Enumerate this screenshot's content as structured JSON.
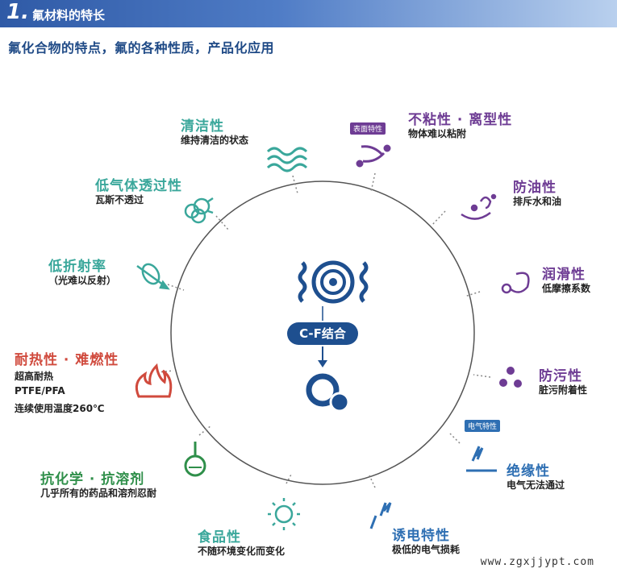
{
  "header": {
    "number": "1.",
    "title": "氟材料的特长"
  },
  "subtitle": "氟化合物的特点，氟的各种性质，产品化应用",
  "center": {
    "label": "C-F结合"
  },
  "tags": {
    "surface": "表面特性",
    "electric": "电气特性"
  },
  "properties": {
    "cleanliness": {
      "title": "清洁性",
      "desc": "维持清洁的状态"
    },
    "nonstick": {
      "title": "不粘性 · 离型性",
      "desc": "物体难以粘附"
    },
    "low_gas": {
      "title": "低气体透过性",
      "desc": "瓦斯不透过"
    },
    "oil_repel": {
      "title": "防油性",
      "desc": "排斥水和油"
    },
    "low_refraction": {
      "title": "低折射率",
      "desc": "（光难以反射）"
    },
    "lubricity": {
      "title": "润滑性",
      "desc": "低摩擦系数"
    },
    "heat": {
      "title": "耐热性 · 难燃性",
      "desc1": "超高耐热",
      "desc2": "PTFE/PFA",
      "desc3": "连续使用温度260℃"
    },
    "antifouling": {
      "title": "防污性",
      "desc": "脏污附着性"
    },
    "insulation": {
      "title": "绝缘性",
      "desc": "电气无法通过"
    },
    "chemical": {
      "title": "抗化学 · 抗溶剂",
      "desc": "几乎所有的药品和溶剂忍耐"
    },
    "food": {
      "title": "食品性",
      "desc": "不随环境变化而变化"
    },
    "dielectric": {
      "title": "诱电特性",
      "desc": "极低的电气损耗"
    }
  },
  "watermark": "www.zgxjjypt.com"
}
